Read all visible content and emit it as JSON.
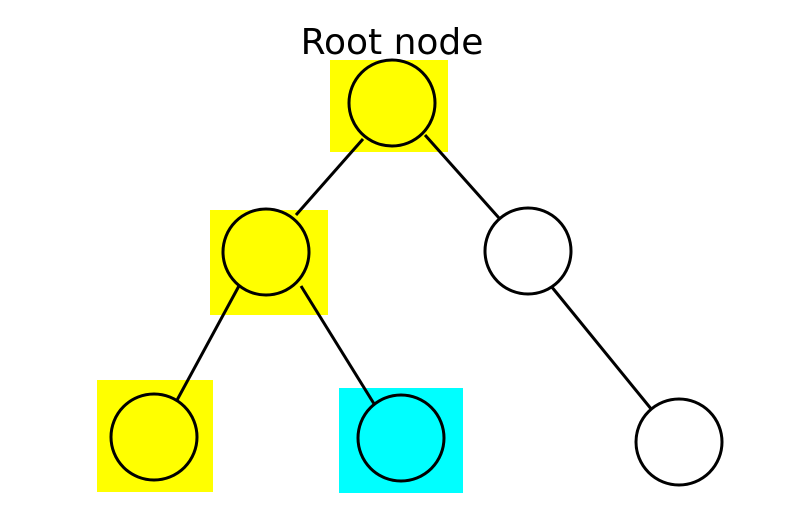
{
  "diagram": {
    "title": "Root node",
    "colors": {
      "highlight_yellow": "#ffff00",
      "highlight_cyan": "#00ffff",
      "node_fill_white": "#ffffff",
      "stroke": "#000000"
    },
    "nodes": [
      {
        "id": "root",
        "fill": "yellow",
        "highlight": "yellow"
      },
      {
        "id": "left-child",
        "fill": "yellow",
        "highlight": "yellow"
      },
      {
        "id": "right-child",
        "fill": "white",
        "highlight": "none"
      },
      {
        "id": "left-left-grandchild",
        "fill": "yellow",
        "highlight": "yellow"
      },
      {
        "id": "left-right-grandchild",
        "fill": "cyan",
        "highlight": "cyan"
      },
      {
        "id": "right-right-grandchild",
        "fill": "white",
        "highlight": "none"
      }
    ],
    "edges": [
      {
        "from": "root",
        "to": "left-child"
      },
      {
        "from": "root",
        "to": "right-child"
      },
      {
        "from": "left-child",
        "to": "left-left-grandchild"
      },
      {
        "from": "left-child",
        "to": "left-right-grandchild"
      },
      {
        "from": "right-child",
        "to": "right-right-grandchild"
      }
    ]
  }
}
